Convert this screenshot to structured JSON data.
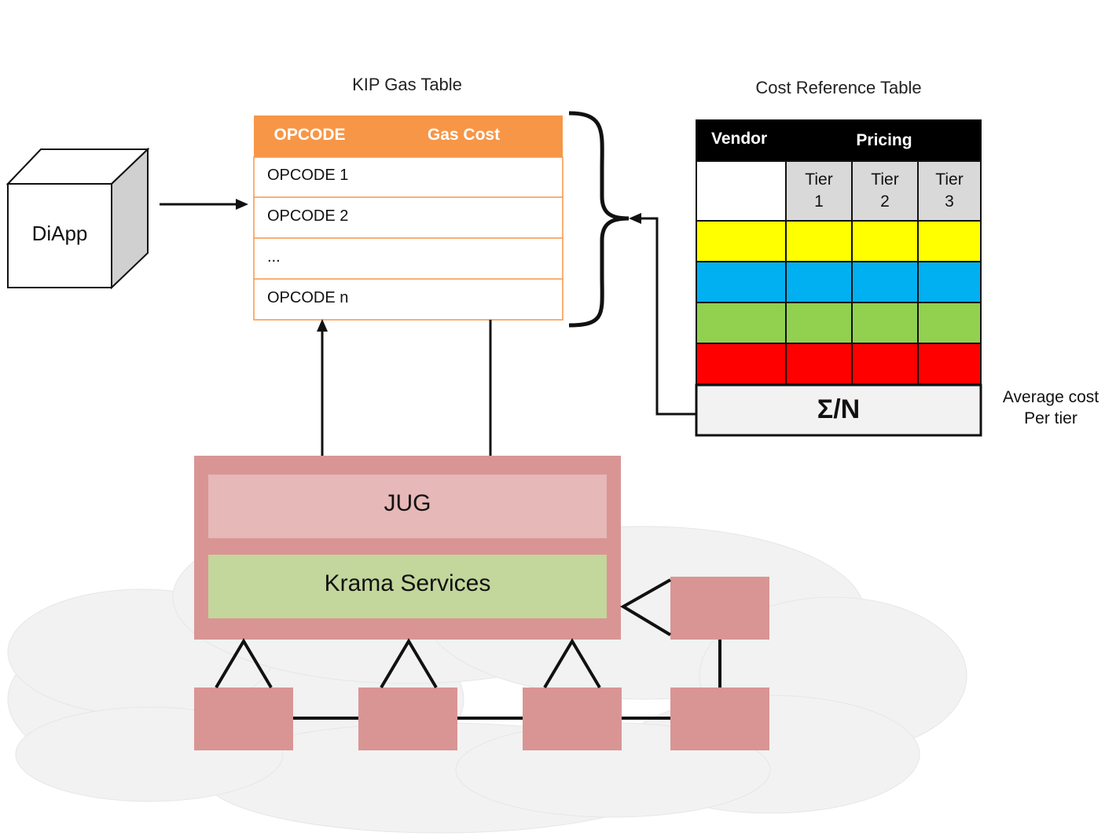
{
  "diapp": {
    "label": "DiApp"
  },
  "gas_table": {
    "title": "KIP Gas Table",
    "headers": [
      "OPCODE",
      "Gas Cost"
    ],
    "rows": [
      "OPCODE 1",
      "OPCODE 2",
      "...",
      "OPCODE n"
    ]
  },
  "cost_table": {
    "title": "Cost Reference Table",
    "headers": [
      "Vendor",
      "Pricing"
    ],
    "tiers": [
      "Tier\n1",
      "Tier\n2",
      "Tier\n3"
    ],
    "row_colors": [
      "#ffff00",
      "#00b0f0",
      "#92d050",
      "#ff0000"
    ],
    "aggregate": "Σ/N",
    "aggregate_note": "Average cost\nPer tier"
  },
  "node": {
    "jug_label": "JUG",
    "services_label": "Krama Services"
  },
  "colors": {
    "orange": "#f79646",
    "node_pink": "#d99594",
    "jug_fill": "#e6b8b7",
    "services_fill": "#c3d69b",
    "cloud": "#f2f2f2"
  }
}
